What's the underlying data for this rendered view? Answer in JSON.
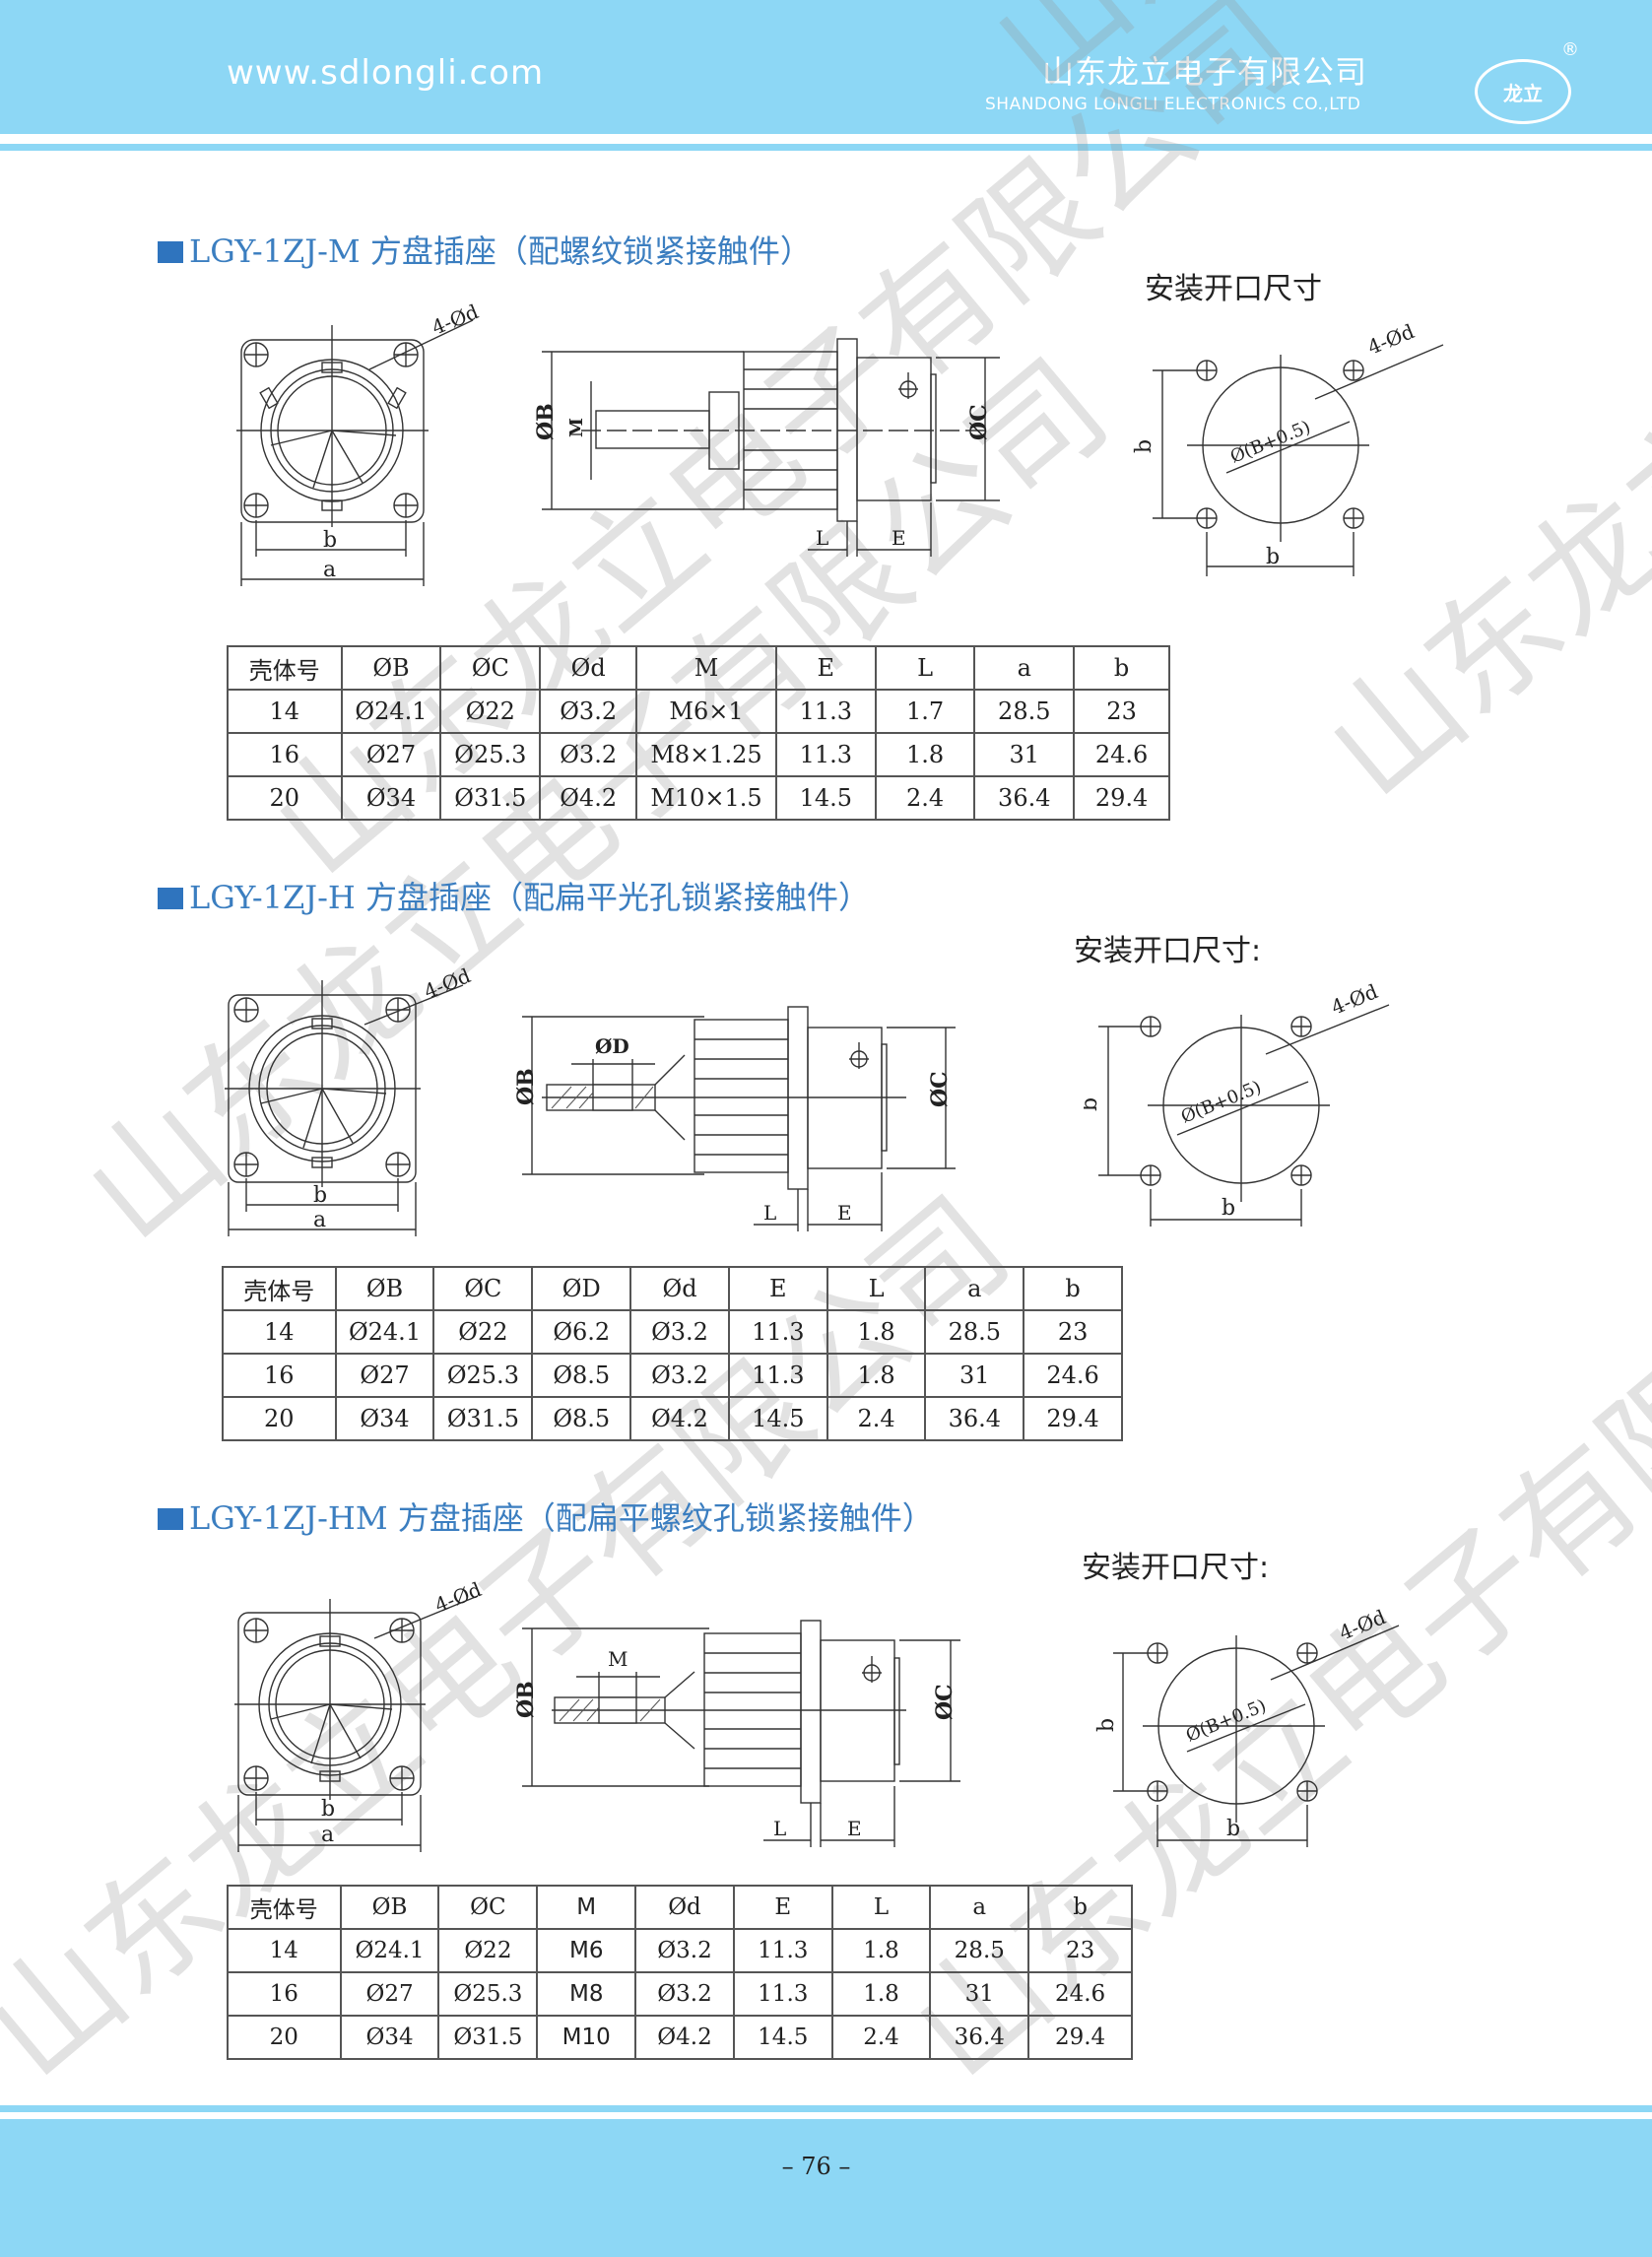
{
  "header": {
    "website": "www.sdlongli.com",
    "company_cn": "山东龙立电子有限公司",
    "company_en": "SHANDONG LONGLI ELECTRONICS  CO.,LTD",
    "logo_text": "龙立",
    "registered_mark": "®"
  },
  "colors": {
    "band": "#8dd7f5",
    "title_blue": "#3b7ec0",
    "bullet_blue": "#2f74be"
  },
  "watermark": "山东龙立电子有限公司",
  "sections": [
    {
      "title": "LGY-1ZJ-M 方盘插座（配螺纹锁紧接触件）",
      "mount_label": "安装开口尺寸",
      "front_labels": {
        "holes": "4-Ød",
        "inner": "b",
        "outer": "a"
      },
      "side_labels": {
        "body": "ØB",
        "thread": "M",
        "shell": "ØC",
        "left": "L",
        "right": "E"
      },
      "mount_labels": {
        "holes": "4-Ød",
        "cutout": "Ø(B+0.5)",
        "vertical": "b",
        "horizontal": "b"
      },
      "table": {
        "headers": [
          "壳体号",
          "ØB",
          "ØC",
          "Ød",
          "M",
          "E",
          "L",
          "a",
          "b"
        ],
        "rows": [
          [
            "14",
            "Ø24.1",
            "Ø22",
            "Ø3.2",
            "M6×1",
            "11.3",
            "1.7",
            "28.5",
            "23"
          ],
          [
            "16",
            "Ø27",
            "Ø25.3",
            "Ø3.2",
            "M8×1.25",
            "11.3",
            "1.8",
            "31",
            "24.6"
          ],
          [
            "20",
            "Ø34",
            "Ø31.5",
            "Ø4.2",
            "M10×1.5",
            "14.5",
            "2.4",
            "36.4",
            "29.4"
          ]
        ]
      }
    },
    {
      "title": "LGY-1ZJ-H 方盘插座（配扁平光孔锁紧接触件）",
      "mount_label": "安装开口尺寸:",
      "front_labels": {
        "holes": "4-Ød",
        "inner": "b",
        "outer": "a"
      },
      "side_labels": {
        "body": "ØB",
        "thread": "ØD",
        "shell": "ØC",
        "left": "L",
        "right": "E"
      },
      "mount_labels": {
        "holes": "4-Ød",
        "cutout": "Ø(B+0.5)",
        "vertical": "b",
        "horizontal": "b"
      },
      "table": {
        "headers": [
          "壳体号",
          "ØB",
          "ØC",
          "ØD",
          "Ød",
          "E",
          "L",
          "a",
          "b"
        ],
        "rows": [
          [
            "14",
            "Ø24.1",
            "Ø22",
            "Ø6.2",
            "Ø3.2",
            "11.3",
            "1.8",
            "28.5",
            "23"
          ],
          [
            "16",
            "Ø27",
            "Ø25.3",
            "Ø8.5",
            "Ø3.2",
            "11.3",
            "1.8",
            "31",
            "24.6"
          ],
          [
            "20",
            "Ø34",
            "Ø31.5",
            "Ø8.5",
            "Ø4.2",
            "14.5",
            "2.4",
            "36.4",
            "29.4"
          ]
        ]
      }
    },
    {
      "title": "LGY-1ZJ-HM 方盘插座（配扁平螺纹孔锁紧接触件）",
      "mount_label": "安装开口尺寸:",
      "front_labels": {
        "holes": "4-Ød",
        "inner": "b",
        "outer": "a"
      },
      "side_labels": {
        "body": "ØB",
        "thread": "M",
        "shell": "ØC",
        "left": "L",
        "right": "E"
      },
      "mount_labels": {
        "holes": "4-Ød",
        "cutout": "Ø(B+0.5)",
        "vertical": "b",
        "horizontal": "b"
      },
      "table": {
        "headers": [
          "壳体号",
          "ØB",
          "ØC",
          "M",
          "Ød",
          "E",
          "L",
          "a",
          "b"
        ],
        "rows": [
          [
            "14",
            "Ø24.1",
            "Ø22",
            "M6",
            "Ø3.2",
            "11.3",
            "1.8",
            "28.5",
            "23"
          ],
          [
            "16",
            "Ø27",
            "Ø25.3",
            "M8",
            "Ø3.2",
            "11.3",
            "1.8",
            "31",
            "24.6"
          ],
          [
            "20",
            "Ø34",
            "Ø31.5",
            "M10",
            "Ø4.2",
            "14.5",
            "2.4",
            "36.4",
            "29.4"
          ]
        ]
      }
    }
  ],
  "footer": {
    "page_number": "– 76 –"
  }
}
